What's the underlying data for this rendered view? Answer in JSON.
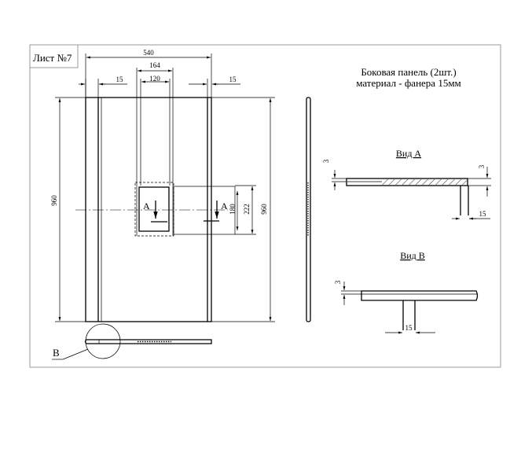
{
  "sheet": {
    "label": "Лист №7",
    "title_line1": "Боковая панель (2шт.)",
    "title_line2": "материал - фанера 15мм"
  },
  "dimensions": {
    "width_total": "540",
    "width_inner": "164",
    "width_window": "120",
    "edge_left": "15",
    "edge_right": "15",
    "height_left": "960",
    "height_right": "960",
    "cut_height": "180",
    "cut_outer": "222",
    "section_mark_left": "А",
    "section_mark_right": "А"
  },
  "view_a": {
    "title": "Вид А",
    "dim_left": "3",
    "dim_right": "3",
    "dim_bottom": "15"
  },
  "view_b": {
    "title": "Вид В",
    "dim_left": "3",
    "dim_bottom": "15"
  },
  "callout": {
    "label": "В"
  }
}
